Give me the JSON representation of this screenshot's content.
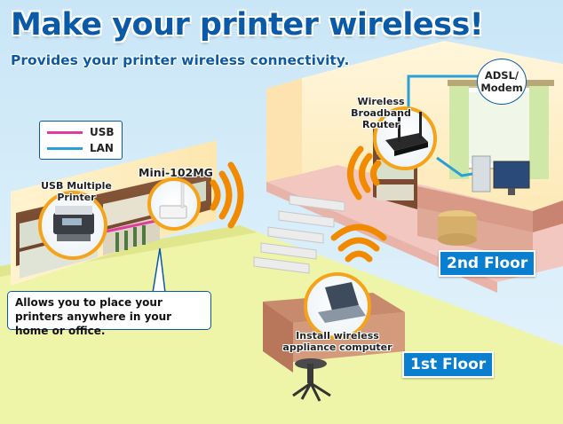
{
  "headline": "Make your printer wireless!",
  "subheadline": "Provides your printer wireless connectivity.",
  "legend": {
    "items": [
      {
        "label": "USB",
        "color": "#e03ca0"
      },
      {
        "label": "LAN",
        "color": "#2aa0d8"
      }
    ]
  },
  "labels": {
    "usb_printer": "USB Multiple Printer",
    "mini": "Mini-102MG",
    "router": "Wireless Broadband Router",
    "modem": "ADSL/ Modem",
    "computer": "Install wireless appliance computer"
  },
  "callout": "Allows you to place your printers anywhere in your home or office.",
  "floors": {
    "first": "1st Floor",
    "second": "2nd Floor"
  },
  "colors": {
    "brand_blue": "#0a5aa8",
    "floor_badge": "#0a7fd0",
    "wifi_orange": "#f28a00",
    "ring_orange": "#f5a31a"
  }
}
